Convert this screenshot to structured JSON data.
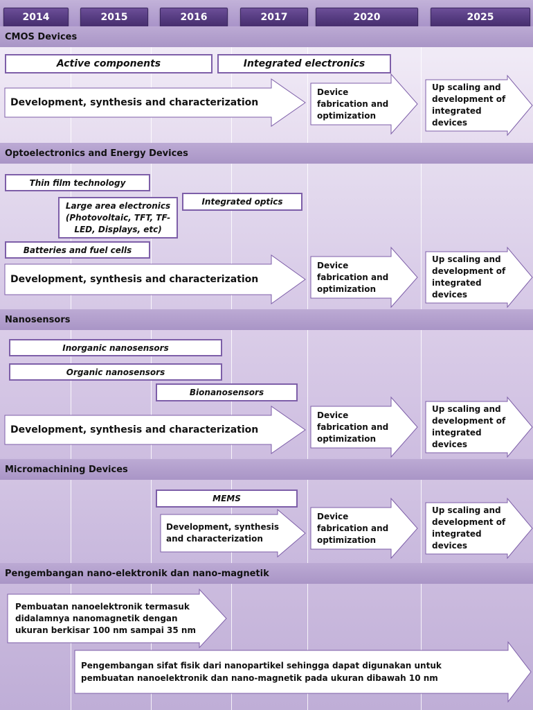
{
  "years": [
    "2014",
    "2015",
    "2016",
    "2017",
    "2020",
    "2025"
  ],
  "sections": {
    "cmos": {
      "title": "CMOS Devices",
      "active_components": "Active components",
      "integrated_electronics": "Integrated electronics",
      "dev_arrow": "Development, synthesis and characterization",
      "fab_arrow": "Device fabrication and optimization",
      "scale_arrow": "Up scaling and development of integrated devices"
    },
    "opto": {
      "title": "Optoelectronics and Energy Devices",
      "thin_film": "Thin film technology",
      "large_area": "Large area electronics (Photovoltaic, TFT, TF-LED, Displays, etc)",
      "integrated_optics": "Integrated optics",
      "batteries": "Batteries and fuel cells",
      "dev_arrow": "Development, synthesis and characterization",
      "fab_arrow": "Device fabrication and optimization",
      "scale_arrow": "Up scaling and development of integrated devices"
    },
    "nano": {
      "title": "Nanosensors",
      "inorganic": "Inorganic nanosensors",
      "organic": "Organic nanosensors",
      "bio": "Bionanosensors",
      "dev_arrow": "Development, synthesis and characterization",
      "fab_arrow": "Device fabrication and optimization",
      "scale_arrow": "Up scaling and development of integrated devices"
    },
    "micro": {
      "title": "Micromachining Devices",
      "mems": "MEMS",
      "dev_arrow": "Development, synthesis and characterization",
      "fab_arrow": "Device fabrication and optimization",
      "scale_arrow": "Up scaling and development of integrated devices"
    },
    "pengembangan": {
      "title": "Pengembangan nano-elektronik dan nano-magnetik",
      "arrow1": "Pembuatan nanoelektronik termasuk didalamnya nanomagnetik dengan ukuran berkisar 100 nm sampai 35 nm",
      "arrow2": "Pengembangan sifat fisik dari nanopartikel sehingga dapat digunakan untuk pembuatan nanoelektronik dan nano-magnetik pada ukuran dibawah 10 nm"
    }
  },
  "colors": {
    "year_fill": "#553b80",
    "box_border": "#7d5ea8",
    "header_fill": "#a995c6"
  }
}
